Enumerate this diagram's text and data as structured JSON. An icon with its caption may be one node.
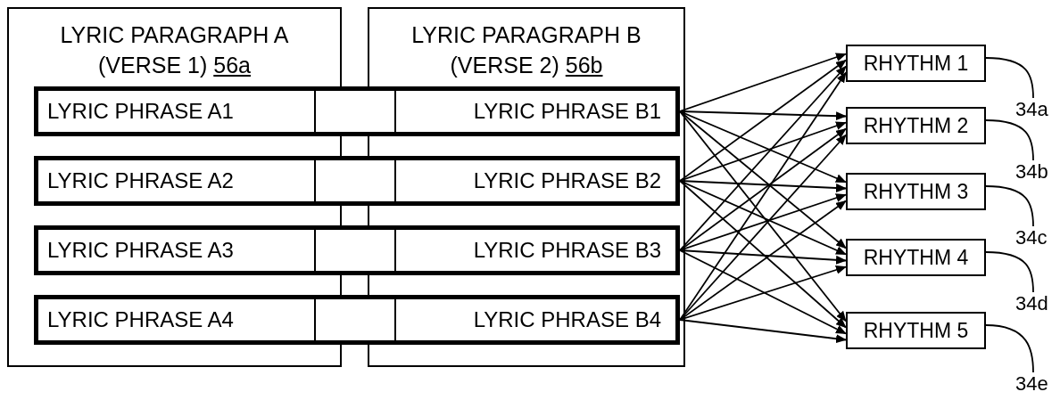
{
  "diagram": {
    "nodes": [
      {
        "text": [
          "LYRIC PARAGRAPH A (VERSE 1)",
          "56a"
        ]
      },
      {
        "text": [
          "LYRIC PARAGRAPH B (VERSE 2)",
          "56b"
        ]
      },
      {
        "text": [
          "LYRIC PHRASE A1",
          "LYRIC PHRASE B1"
        ]
      },
      {
        "text": [
          "LYRIC PHRASE A2",
          "LYRIC PHRASE B2"
        ]
      },
      {
        "text": [
          "LYRIC PHRASE A3",
          "LYRIC PHRASE B3"
        ]
      },
      {
        "text": [
          "LYRIC PHRASE A4",
          "LYRIC PHRASE B4"
        ]
      },
      {
        "text": [
          "RHYTHM 1"
        ]
      },
      {
        "text": [
          "RHYTHM 2"
        ]
      },
      {
        "text": [
          "RHYTHM 3"
        ]
      },
      {
        "text": [
          "RHYTHM 4"
        ]
      },
      {
        "text": [
          "RHYTHM 5"
        ]
      },
      {
        "text": [
          "34a"
        ]
      },
      {
        "text": [
          "34b"
        ]
      },
      {
        "text": [
          "34c"
        ]
      },
      {
        "text": [
          "34d"
        ]
      },
      {
        "text": [
          "34e"
        ]
      }
    ],
    "edges": [
      {
        "from": 2,
        "to": 6,
        "arrow": "to"
      },
      {
        "from": 2,
        "to": 7,
        "arrow": "to"
      },
      {
        "from": 2,
        "to": 8,
        "arrow": "to"
      },
      {
        "from": 2,
        "to": 9,
        "arrow": "to"
      },
      {
        "from": 2,
        "to": 10,
        "arrow": "to"
      },
      {
        "from": 3,
        "to": 6,
        "arrow": "to"
      },
      {
        "from": 3,
        "to": 7,
        "arrow": "to"
      },
      {
        "from": 3,
        "to": 8,
        "arrow": "to"
      },
      {
        "from": 3,
        "to": 9,
        "arrow": "to"
      },
      {
        "from": 3,
        "to": 10,
        "arrow": "to"
      },
      {
        "from": 4,
        "to": 6,
        "arrow": "to"
      },
      {
        "from": 4,
        "to": 7,
        "arrow": "to"
      },
      {
        "from": 4,
        "to": 8,
        "arrow": "to"
      },
      {
        "from": 4,
        "to": 9,
        "arrow": "to"
      },
      {
        "from": 4,
        "to": 10,
        "arrow": "to"
      },
      {
        "from": 5,
        "to": 6,
        "arrow": "to"
      },
      {
        "from": 5,
        "to": 7,
        "arrow": "to"
      },
      {
        "from": 5,
        "to": 8,
        "arrow": "to"
      },
      {
        "from": 5,
        "to": 9,
        "arrow": "to"
      },
      {
        "from": 5,
        "to": 10,
        "arrow": "to"
      },
      {
        "from": 11,
        "to": 6,
        "arrow": "none"
      },
      {
        "from": 12,
        "to": 7,
        "arrow": "none"
      },
      {
        "from": 13,
        "to": 8,
        "arrow": "none"
      },
      {
        "from": 14,
        "to": 9,
        "arrow": "none"
      },
      {
        "from": 15,
        "to": 10,
        "arrow": "none"
      }
    ]
  }
}
